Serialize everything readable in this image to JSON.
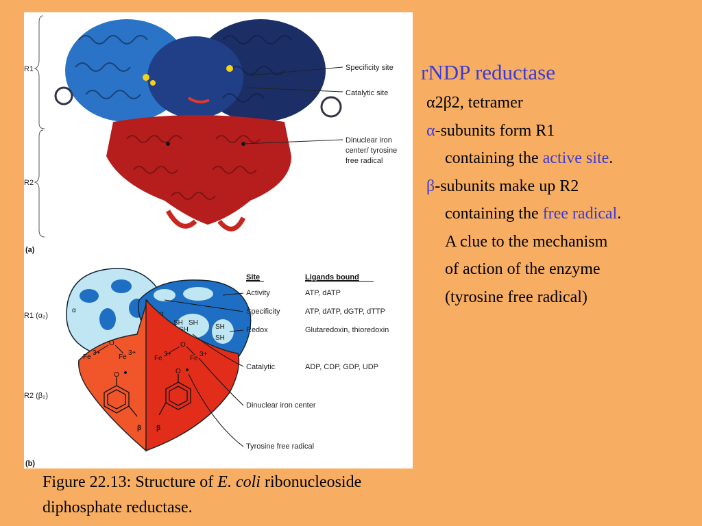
{
  "figure": {
    "panel_a_label": "(a)",
    "panel_b_label": "(b)",
    "panel_a": {
      "bracket_labels": [
        "R1",
        "R2"
      ],
      "callouts": [
        "Specificity site",
        "Catalytic site",
        "Dinuclear iron",
        "center/ tyrosine",
        "free radical"
      ]
    },
    "panel_b": {
      "row_r1": "R1 (α₂)",
      "row_r2": "R2 (β₂)",
      "header_site": "Site",
      "header_ligands": "Ligands bound",
      "sites": [
        {
          "site": "Activity",
          "ligands": "ATP, dATP"
        },
        {
          "site": "Specificity",
          "ligands": "ATP, dATP, dGTP, dTTP"
        },
        {
          "site": "Redox",
          "ligands": "Glutaredoxin, thioredoxin"
        },
        {
          "site": "Catalytic",
          "ligands": "ADP, CDP, GDP, UDP"
        },
        {
          "site": "Dinuclear iron center",
          "ligands": ""
        },
        {
          "site": "Tyrosine free radical",
          "ligands": ""
        }
      ],
      "diagram_labels": {
        "alpha": "α",
        "beta": "β",
        "sh": "SH",
        "oxygen": "O",
        "fe": "Fe",
        "fe_charge": "3+"
      }
    }
  },
  "slide": {
    "title": "rNDP reductase",
    "tetramer": "α2β2, tetramer",
    "alpha_line_a": "α-subunits form R1",
    "alpha_line_b_prefix": "containing the ",
    "alpha_line_b_highlight": "active site",
    "alpha_line_b_suffix": ".",
    "beta_line_a": "β-subunits make up R2",
    "beta_line_b_prefix": "containing the ",
    "beta_line_b_highlight": "free radical",
    "beta_line_b_suffix": ".",
    "clue_lines": [
      "A clue to the mechanism",
      "of action of the enzyme",
      "(tyrosine free radical)"
    ]
  },
  "caption": {
    "prefix": "Figure 22.13: Structure of ",
    "species": "E. coli",
    "suffix_line1": " ribonucleoside",
    "line2": "diphosphate reductase."
  },
  "colors": {
    "background": "#f7ae62",
    "highlight": "#3a3ad6",
    "r1_blue": "#1e6fc4",
    "r1_light": "#bfe6f2",
    "r2_red": "#e32d1b",
    "r2_orange": "#f0562a"
  }
}
